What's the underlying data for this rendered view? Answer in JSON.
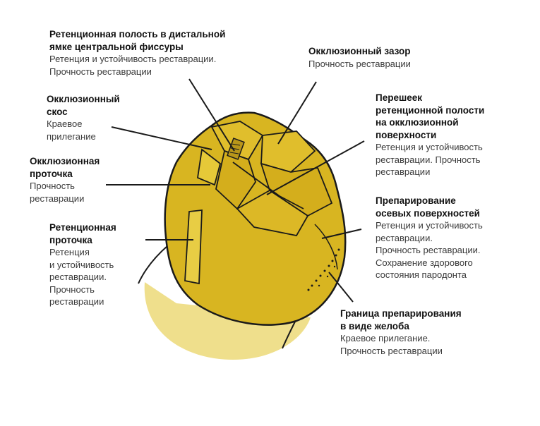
{
  "colors": {
    "tooth_fill": "#d8b521",
    "tooth_shadow": "#ead46a",
    "outline": "#1a1a1a",
    "text_title": "#111111",
    "text_body": "#3a3a3a"
  },
  "labels": [
    {
      "id": "distal-pit",
      "title": [
        "Ретенционная полость в дистальной",
        "ямке центральной фиссуры"
      ],
      "desc": [
        "Ретенция и устойчивость реставрации.",
        "Прочность реставрации"
      ]
    },
    {
      "id": "occlusal-bevel",
      "title": [
        "Окклюзионный",
        "скос"
      ],
      "desc": [
        "Краевое",
        "прилегание"
      ]
    },
    {
      "id": "occlusal-groove",
      "title": [
        "Окклюзионная",
        "проточка"
      ],
      "desc": [
        "Прочность",
        "реставрации"
      ]
    },
    {
      "id": "retention-groove",
      "title": [
        "Ретенционная",
        "проточка"
      ],
      "desc": [
        "Ретенция",
        "и устойчивость",
        "реставрации.",
        "Прочность",
        "реставрации"
      ]
    },
    {
      "id": "occlusal-clearance",
      "title": [
        "Окклюзионный зазор"
      ],
      "desc": [
        "Прочность реставрации"
      ]
    },
    {
      "id": "isthmus",
      "title": [
        "Перешеек",
        "ретенционной полости",
        "на окклюзионной",
        "поверхности"
      ],
      "desc": [
        "Ретенция и устойчивость",
        "реставрации. Прочность",
        "реставрации"
      ]
    },
    {
      "id": "axial-prep",
      "title": [
        "Препарирование",
        "осевых поверхностей"
      ],
      "desc": [
        "Ретенция и устойчивость",
        "реставрации.",
        "Прочность реставрации.",
        "Сохранение здорового",
        "состояния пародонта"
      ]
    },
    {
      "id": "chamfer-margin",
      "title": [
        "Граница препарирования",
        "в виде желоба"
      ],
      "desc": [
        "Краевое прилегание.",
        "Прочность реставрации"
      ]
    }
  ]
}
